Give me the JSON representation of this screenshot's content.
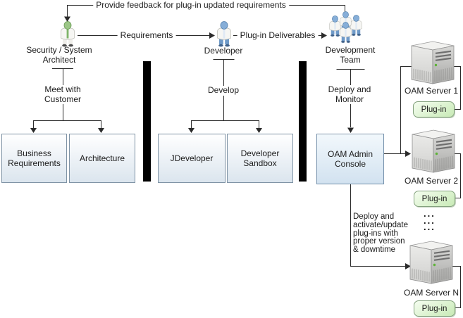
{
  "diagram": {
    "feedback_label": "Provide feedback for plug-in updated requirements",
    "requirements_label": "Requirements",
    "deliverables_label": "Plug-in Deliverables",
    "actors": {
      "architect_name": "Security / System\nArchitect",
      "architect_activity": "Meet with\nCustomer",
      "developer_name": "Developer",
      "developer_activity": "Develop",
      "team_name": "Development\nTeam",
      "team_activity": "Deploy and\nMonitor"
    },
    "boxes": {
      "business": "Business\nRequirements",
      "architecture": "Architecture",
      "jdeveloper": "JDeveloper",
      "sandbox": "Developer\nSandbox",
      "admin_console": "OAM Admin\nConsole"
    },
    "servers": [
      {
        "label": "OAM Server 1",
        "plugin": "Plug-in"
      },
      {
        "label": "OAM Server 2",
        "plugin": "Plug-in"
      },
      {
        "label": "OAM Server N",
        "plugin": "Plug-in"
      }
    ],
    "deploy_note": "Deploy and\nactivate/update\nplug-ins with\nproper version\n& downtime",
    "ellipsis": "...\n...\n...",
    "colors": {
      "line": "#2b2b2b",
      "box_border": "#7f93a5",
      "box_fill_bottom": "#dbe5ee",
      "plugin_border": "#84a17e",
      "plugin_fill": "#c8eab6",
      "architect_accent": "#9cc687",
      "developer_accent": "#86aed8",
      "separator": "#000000"
    }
  }
}
